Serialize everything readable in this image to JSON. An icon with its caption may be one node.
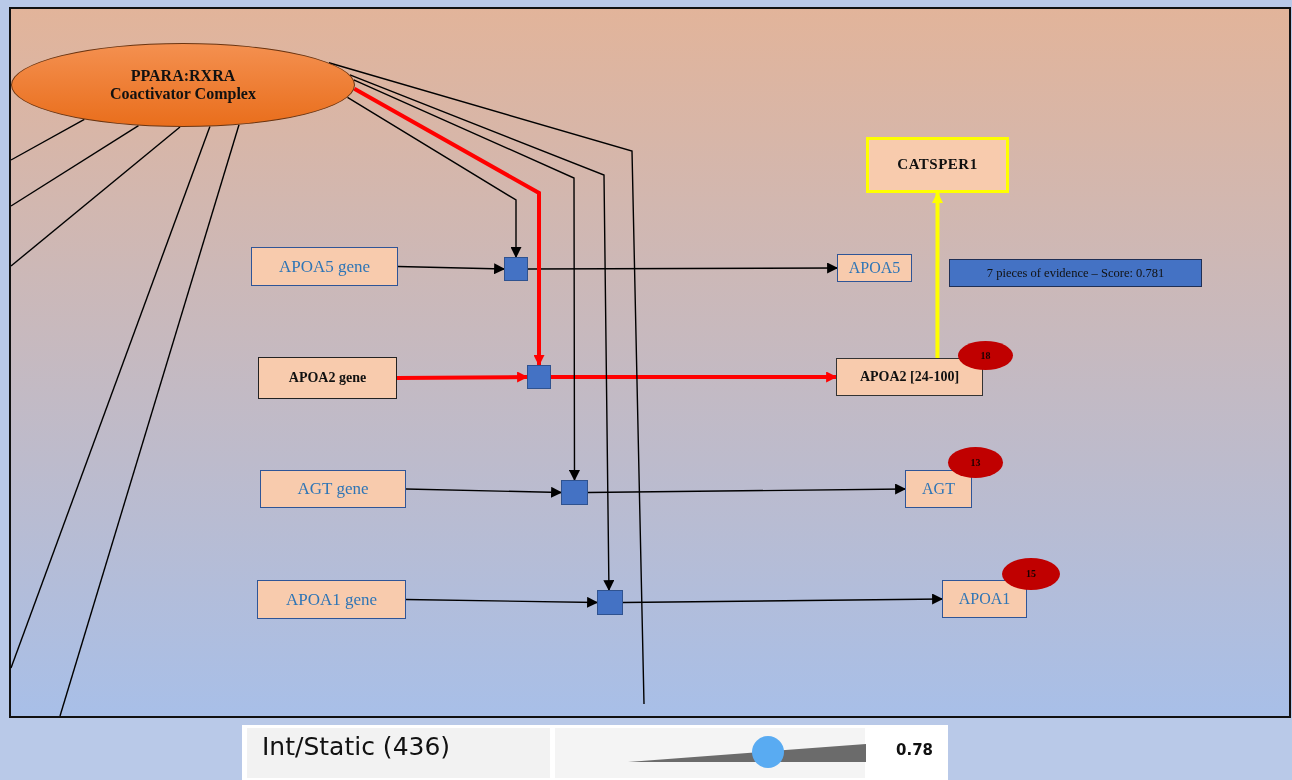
{
  "diagram": {
    "nodes": [
      {
        "text": [
          "PPARA:RXRA Coactivator Complex"
        ]
      },
      {
        "text": [
          "CATSPER1"
        ]
      },
      {
        "text": [
          "APOA5 gene"
        ]
      },
      {
        "text": [],
        "shape": "box"
      },
      {
        "text": [
          "APOA5"
        ]
      },
      {
        "text": [
          "7 pieces of evidence – Score: 0.781"
        ]
      },
      {
        "text": [
          "APOA2 gene"
        ]
      },
      {
        "text": [],
        "shape": "box"
      },
      {
        "text": [
          "APOA2 [24-100]"
        ]
      },
      {
        "text": [
          "18"
        ]
      },
      {
        "text": [
          "AGT gene"
        ]
      },
      {
        "text": [],
        "shape": "box"
      },
      {
        "text": [
          "AGT"
        ]
      },
      {
        "text": [
          "13"
        ]
      },
      {
        "text": [
          "APOA1 gene"
        ]
      },
      {
        "text": [],
        "shape": "box"
      },
      {
        "text": [
          "APOA1"
        ]
      },
      {
        "text": [
          "15"
        ]
      }
    ],
    "edges": [
      {
        "from": 2,
        "to": 3,
        "arrow": "to"
      },
      {
        "from": 3,
        "to": 4,
        "arrow": "to"
      },
      {
        "from": 0,
        "to": 3,
        "arrow": "to"
      },
      {
        "from": 6,
        "to": 7,
        "arrow": "to",
        "style": "thick",
        "color": "#ff0000"
      },
      {
        "from": 7,
        "to": 8,
        "arrow": "to",
        "style": "thick",
        "color": "#ff0000"
      },
      {
        "from": 0,
        "to": 7,
        "arrow": "to",
        "style": "thick",
        "color": "#ff0000"
      },
      {
        "from": 8,
        "to": 1,
        "arrow": "to",
        "style": "thick",
        "color": "#ffff00"
      },
      {
        "from": 10,
        "to": 11,
        "arrow": "to"
      },
      {
        "from": 11,
        "to": 12,
        "arrow": "to"
      },
      {
        "from": 0,
        "to": 11,
        "arrow": "to"
      },
      {
        "from": 14,
        "to": 15,
        "arrow": "to"
      },
      {
        "from": 15,
        "to": 16,
        "arrow": "to"
      },
      {
        "from": 0,
        "to": 15,
        "arrow": "to"
      },
      {
        "from": 0,
        "to": null,
        "arrow": "none"
      },
      {
        "from": 0,
        "to": null,
        "arrow": "none"
      },
      {
        "from": 0,
        "to": null,
        "arrow": "none"
      },
      {
        "from": 0,
        "to": null,
        "arrow": "none"
      },
      {
        "from": 0,
        "to": null,
        "arrow": "none"
      },
      {
        "from": 0,
        "to": null,
        "arrow": "none"
      }
    ],
    "labels": [
      "Int/Static (436)",
      "0.78"
    ]
  }
}
